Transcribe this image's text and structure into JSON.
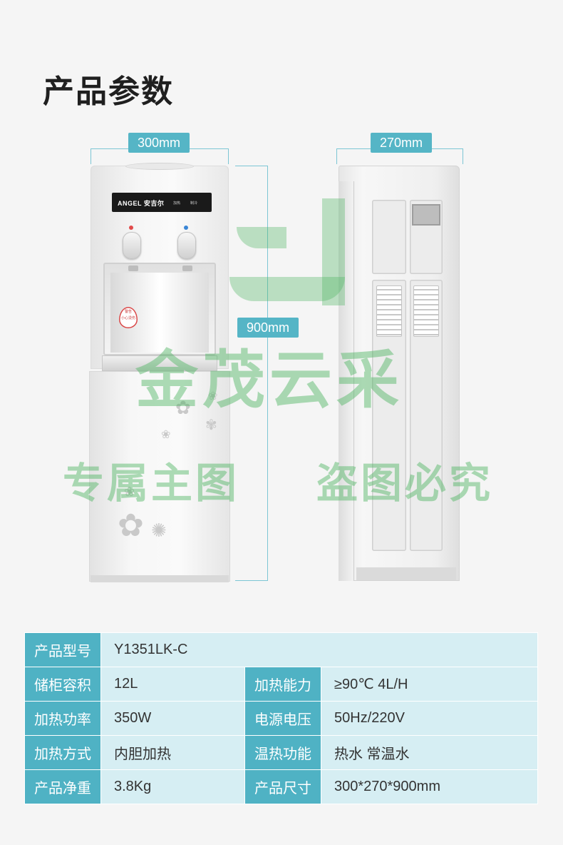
{
  "page": {
    "title": "产品参数"
  },
  "dimensions": {
    "front_width": "300mm",
    "side_depth": "270mm",
    "height": "900mm"
  },
  "product": {
    "brand": "ANGEL 安吉尔",
    "panel_labels": [
      "加热",
      "制冷"
    ],
    "warning_title": "警告",
    "warning_sub": "小心烫伤"
  },
  "watermark": {
    "main": "金茂云采",
    "left": "专属主图",
    "right": "盗图必究"
  },
  "specs": [
    {
      "label": "产品型号",
      "value": "Y1351LK-C"
    },
    {
      "label": "储柜容积",
      "value": "12L",
      "label2": "加热能力",
      "value2": "≥90℃ 4L/H"
    },
    {
      "label": "加热功率",
      "value": "350W",
      "label2": "电源电压",
      "value2": "50Hz/220V"
    },
    {
      "label": "加热方式",
      "value": "内胆加热",
      "label2": "温热功能",
      "value2": "热水 常温水"
    },
    {
      "label": "产品净重",
      "value": "3.8Kg",
      "label2": "产品尺寸",
      "value2": "300*270*900mm"
    }
  ],
  "colors": {
    "accent": "#4fb2c4",
    "table_value_bg": "#d6eef3",
    "watermark": "#4cb460"
  }
}
